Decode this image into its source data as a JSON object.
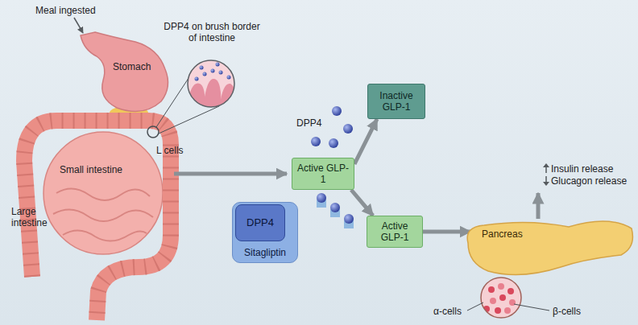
{
  "diagram": {
    "nodes": [
      {
        "text": [
          "Inactive GLP-1"
        ]
      },
      {
        "text": [
          "Active GLP-1"
        ]
      },
      {
        "text": [
          "Sitagliptin"
        ]
      },
      {
        "text": [
          "DPP4"
        ],
        "in": 2
      },
      {
        "text": [
          "Active GLP-1"
        ]
      },
      {
        "text": [
          "Pancreas"
        ]
      }
    ],
    "edges": [
      {
        "from": 1,
        "to": 0,
        "arrow": "to"
      },
      {
        "from": 1,
        "to": 4,
        "arrow": "to"
      },
      {
        "from": 4,
        "to": 5,
        "arrow": "to"
      }
    ],
    "labels": [
      "Meal ingested",
      "Stomach",
      "DPP4 on brush border of intestine",
      "L cells",
      "Small intestine",
      "Large intestine",
      "DPP4",
      "Insulin release",
      "Glucagon release",
      "α-cells",
      "β-cells"
    ]
  }
}
